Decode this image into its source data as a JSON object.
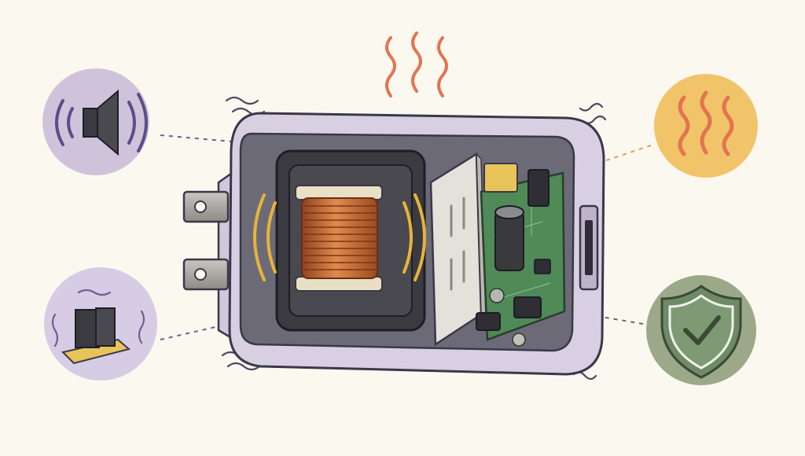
{
  "diagram": {
    "subject": "charger-cutaway",
    "callouts": [
      {
        "id": "sound",
        "icon": "speaker-icon",
        "color": "#cfc3dc",
        "line_color": "#6f5f8f"
      },
      {
        "id": "vibration",
        "icon": "transformer-core-icon",
        "color": "#d6cce4",
        "line_color": "#6f5f8f"
      },
      {
        "id": "heat",
        "icon": "heat-waves-icon",
        "color": "#f2c46a",
        "line_color": "#e0a040"
      },
      {
        "id": "safety",
        "icon": "shield-check-icon",
        "color": "#9ba989",
        "line_color": "#5f6e55"
      }
    ],
    "colors": {
      "housing": "#d8d0e2",
      "housing_outline": "#3a3848",
      "coil_copper": "#c96a35",
      "heat_wave": "#e27550",
      "vibration_wave": "#e8b33a",
      "pcb": "#4f8a58",
      "heatsink": "#e4e0da"
    }
  }
}
